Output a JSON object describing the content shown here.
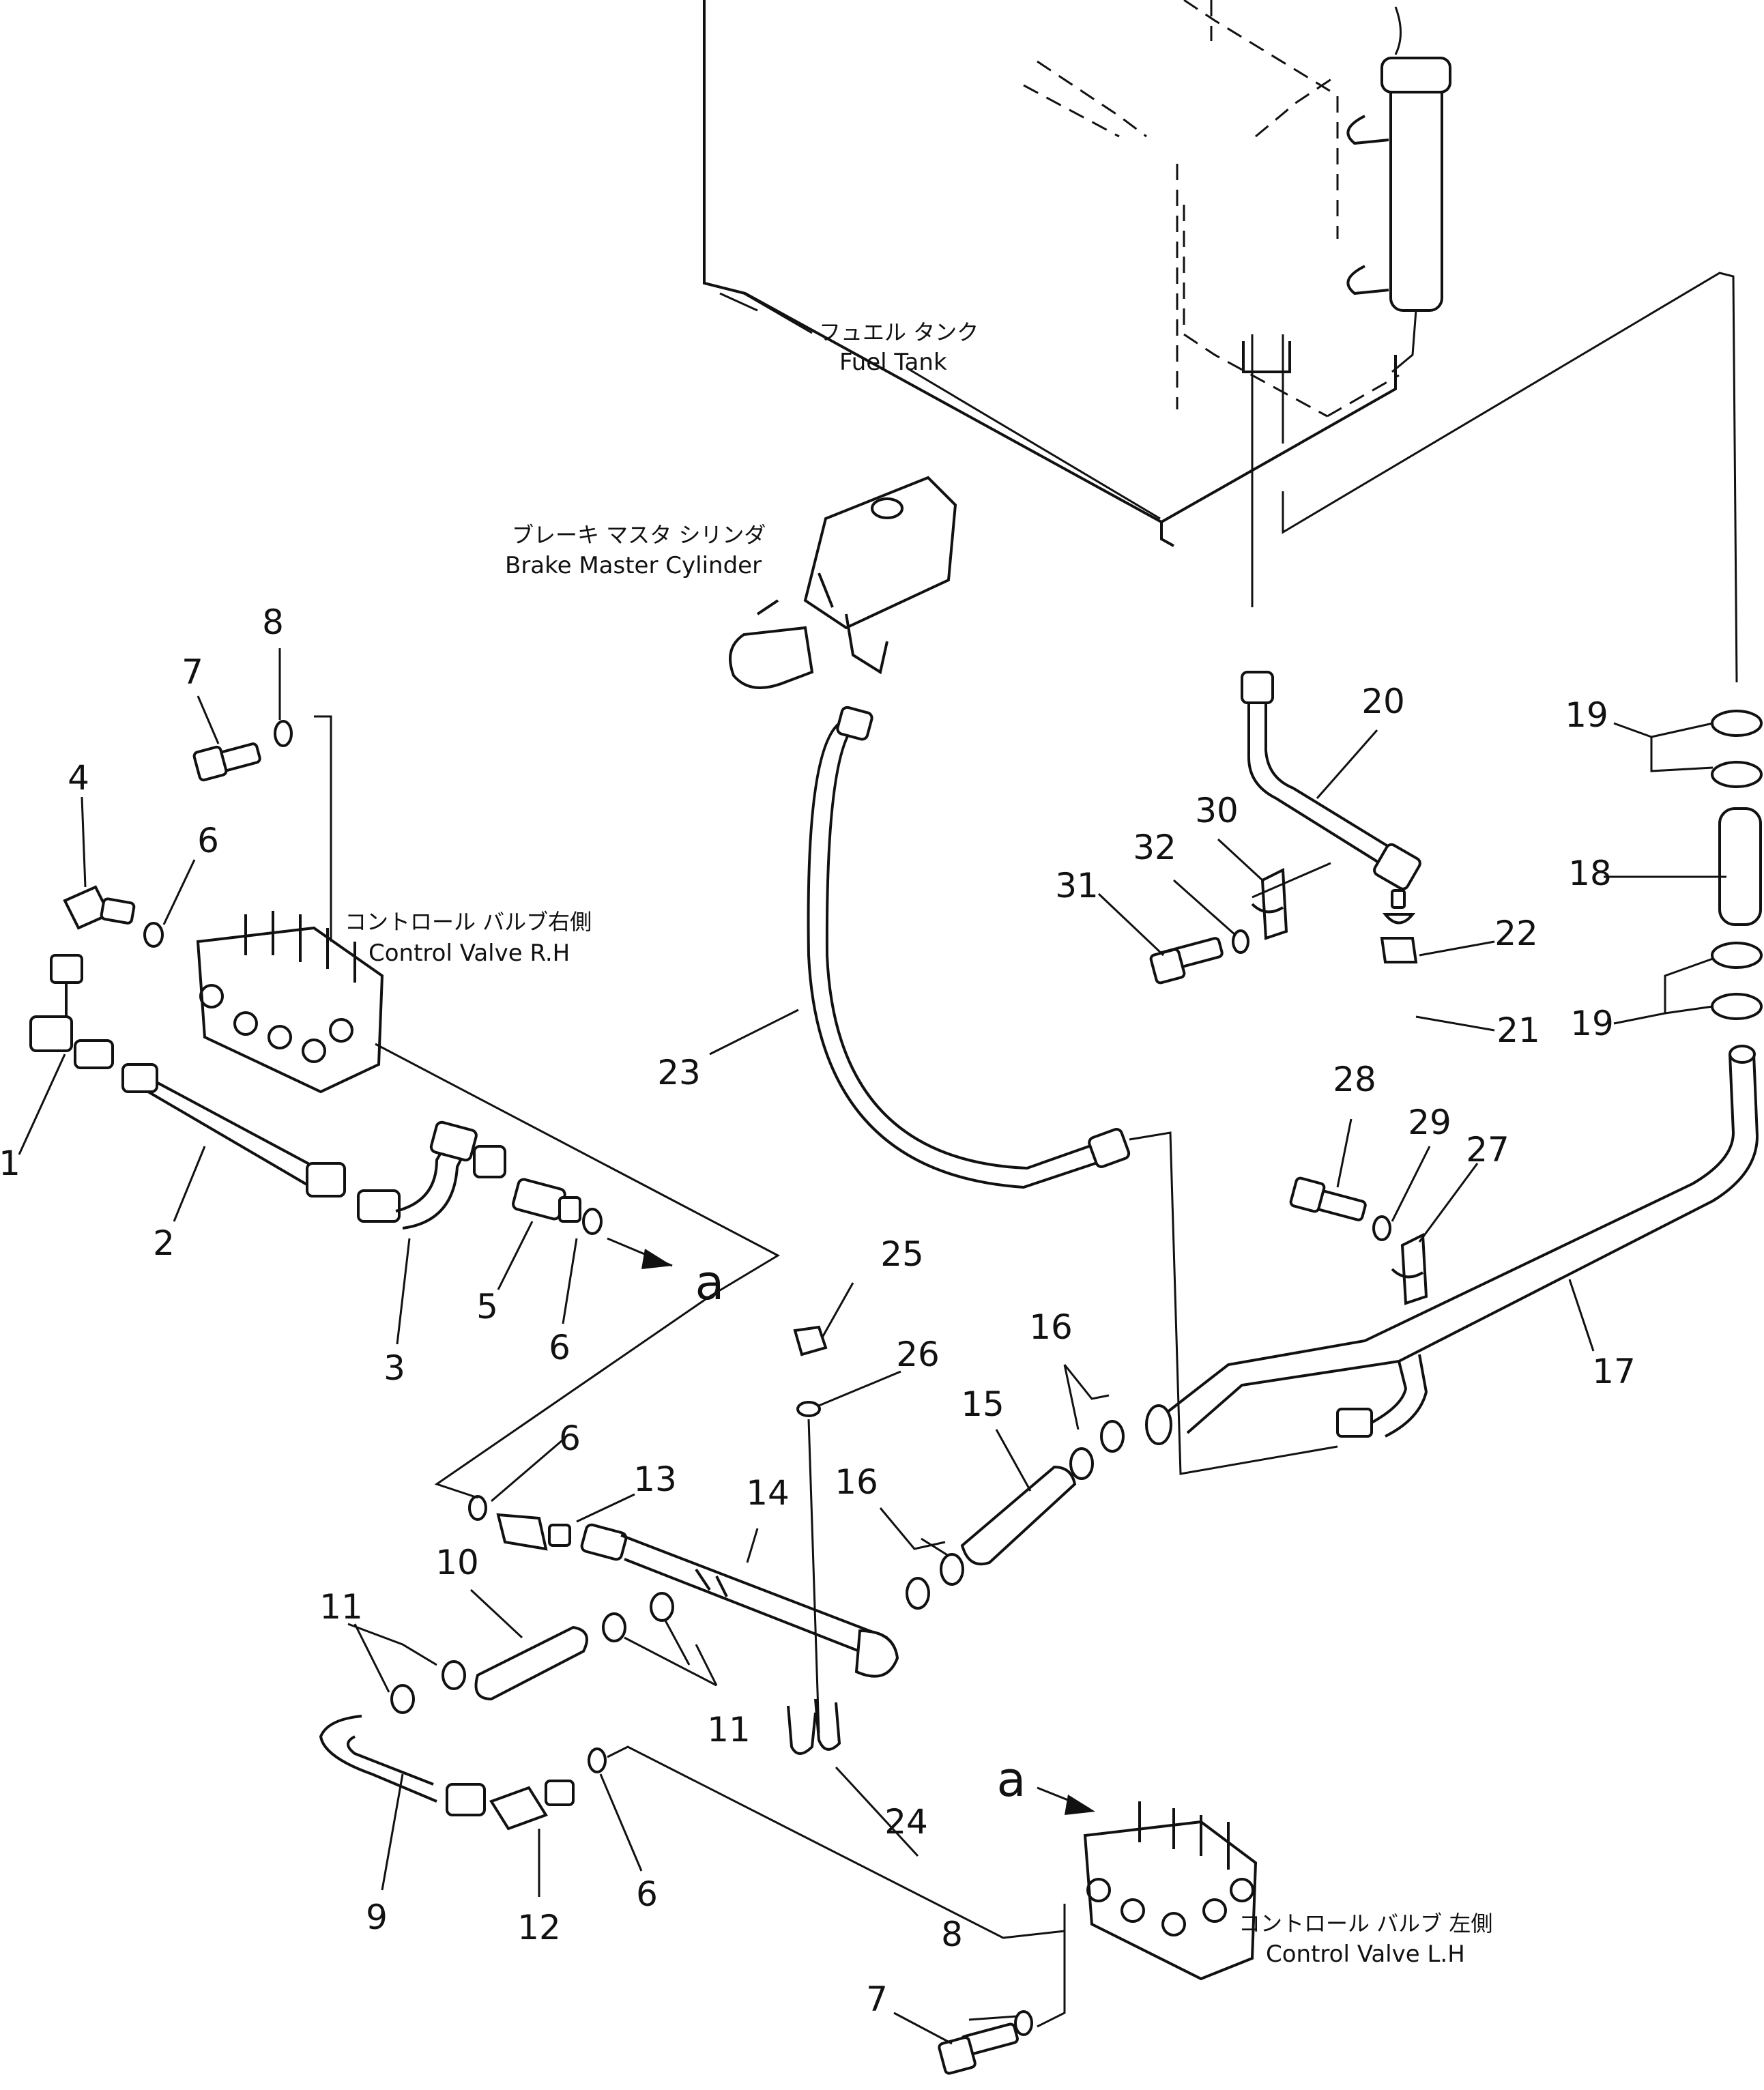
{
  "components": {
    "fuel_tank": {
      "jp": "フュエル タンク",
      "en": "Fuel Tank"
    },
    "brake_master_cylinder": {
      "jp": "ブレーキ マスタ シリンダ",
      "en": "Brake Master Cylinder"
    },
    "control_valve_rh": {
      "jp": "コントロール バルブ右側",
      "en": "Control Valve R.H"
    },
    "control_valve_lh": {
      "jp": "コントロール バルブ 左側",
      "en": "Control Valve L.H"
    }
  },
  "connection_marker": "a",
  "callouts": {
    "n1": "1",
    "n2": "2",
    "n3": "3",
    "n4": "4",
    "n5": "5",
    "n6a": "6",
    "n6b": "6",
    "n6c": "6",
    "n6d": "6",
    "n7a": "7",
    "n7b": "7",
    "n8a": "8",
    "n8b": "8",
    "n9": "9",
    "n10": "10",
    "n11a": "11",
    "n11b": "11",
    "n12": "12",
    "n13": "13",
    "n14": "14",
    "n15": "15",
    "n16a": "16",
    "n16b": "16",
    "n17": "17",
    "n18": "18",
    "n19a": "19",
    "n19b": "19",
    "n20": "20",
    "n21": "21",
    "n22": "22",
    "n23": "23",
    "n24": "24",
    "n25": "25",
    "n26": "26",
    "n27": "27",
    "n28": "28",
    "n29": "29",
    "n30": "30",
    "n31": "31",
    "n32": "32"
  }
}
